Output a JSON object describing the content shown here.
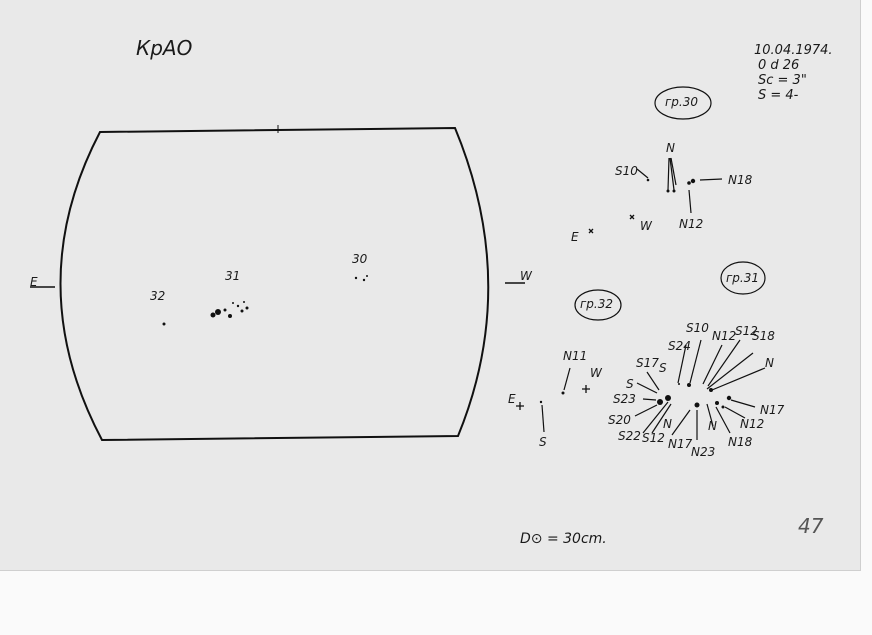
{
  "observatory": "КрАО",
  "header": {
    "date": "10.04.1974.",
    "time": "0 d 26",
    "seeing_sc": "Sc = 3\"",
    "seeing_s": "S = 4-"
  },
  "disc": {
    "east": "E",
    "west": "W"
  },
  "disc_groups": [
    {
      "label": "32"
    },
    {
      "label": "31"
    },
    {
      "label": "30"
    }
  ],
  "group30": {
    "title": "гр.30",
    "labels": [
      "N",
      "S10",
      "N18",
      "N12"
    ],
    "east": "E",
    "west": "W"
  },
  "group32": {
    "title": "гр.32",
    "labels": [
      "N11",
      "S"
    ],
    "east": "E",
    "west": "W"
  },
  "group31": {
    "title": "гр.31",
    "labels": [
      "S10",
      "S24",
      "N12",
      "S12",
      "S18",
      "N",
      "S17",
      "S",
      "S",
      "S23",
      "S20",
      "S22",
      "S12",
      "N",
      "N17",
      "N23",
      "N",
      "N18",
      "N12",
      "N17"
    ]
  },
  "footer": {
    "diameter": "D⊙ = 30cm.",
    "page_number": "47"
  }
}
